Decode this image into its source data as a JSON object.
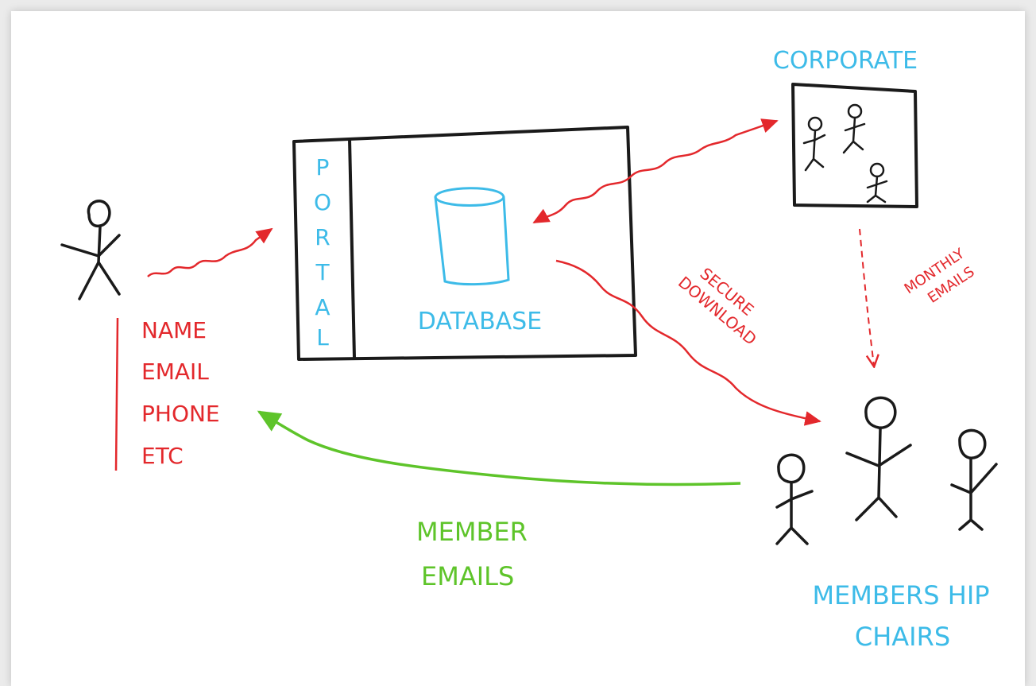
{
  "colors": {
    "ink": "#1a1a1a",
    "blue": "#3dbbe8",
    "red": "#e3282c",
    "green": "#5ec42a",
    "background": "#ffffff",
    "frame": "#ebebeb"
  },
  "labels": {
    "corporate": "CORPORATE",
    "portal": [
      "P",
      "O",
      "R",
      "T",
      "A",
      "L"
    ],
    "database": "DATABASE",
    "user_fields": [
      "NAME",
      "EMAIL",
      "PHONE",
      "ETC"
    ],
    "secure_download": [
      "SECURE",
      "DOWNLOAD"
    ],
    "monthly_emails": [
      "MONTHLY",
      "EMAILS"
    ],
    "member_emails": [
      "MEMBER",
      "EMAILS"
    ],
    "membership_chairs": [
      "MEMBERS HIP",
      "CHAIRS"
    ]
  },
  "icons": {
    "user": "stick-figure-icon",
    "database": "cylinder-icon",
    "corporate_people": "stick-figure-icon",
    "chairs": "stick-figure-icon"
  }
}
